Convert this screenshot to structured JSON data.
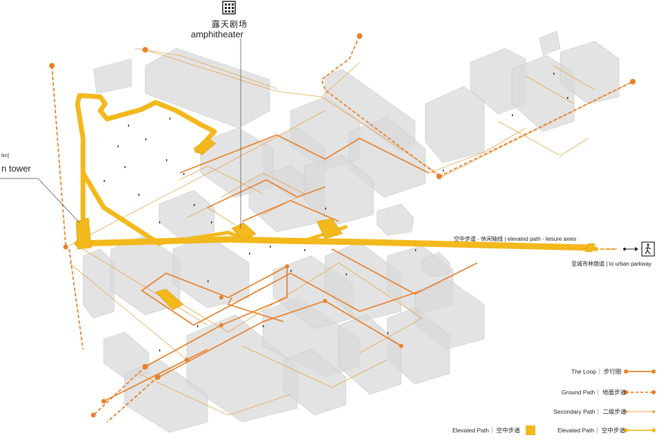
{
  "labels": {
    "amphitheater_cn": "露天剧场",
    "amphitheater_en": "amphitheater",
    "tower_partial_top": "lim]",
    "tower_partial": "n tower",
    "elevated_axis": "空中步道 - 休闲轴线 | elevated path - leisure axies",
    "urban_parkway": "至城市林荫道 | to urban parkway"
  },
  "legend": {
    "loop": "The Loop｜ 步行圈",
    "ground": "Ground Path｜ 地面步道",
    "secondary": "Secondary Path｜ 二级步道",
    "elevated_area": "Elevated Path｜ 空中步道",
    "elevated_line": "Elevated Path｜ 空中步道"
  },
  "colors": {
    "orange": "#e8802a",
    "yellow": "#f2b81c",
    "building": "#d9d9d9"
  },
  "icons": [
    "theater-icon",
    "pedestrian-icon",
    "arrow-right-icon"
  ]
}
